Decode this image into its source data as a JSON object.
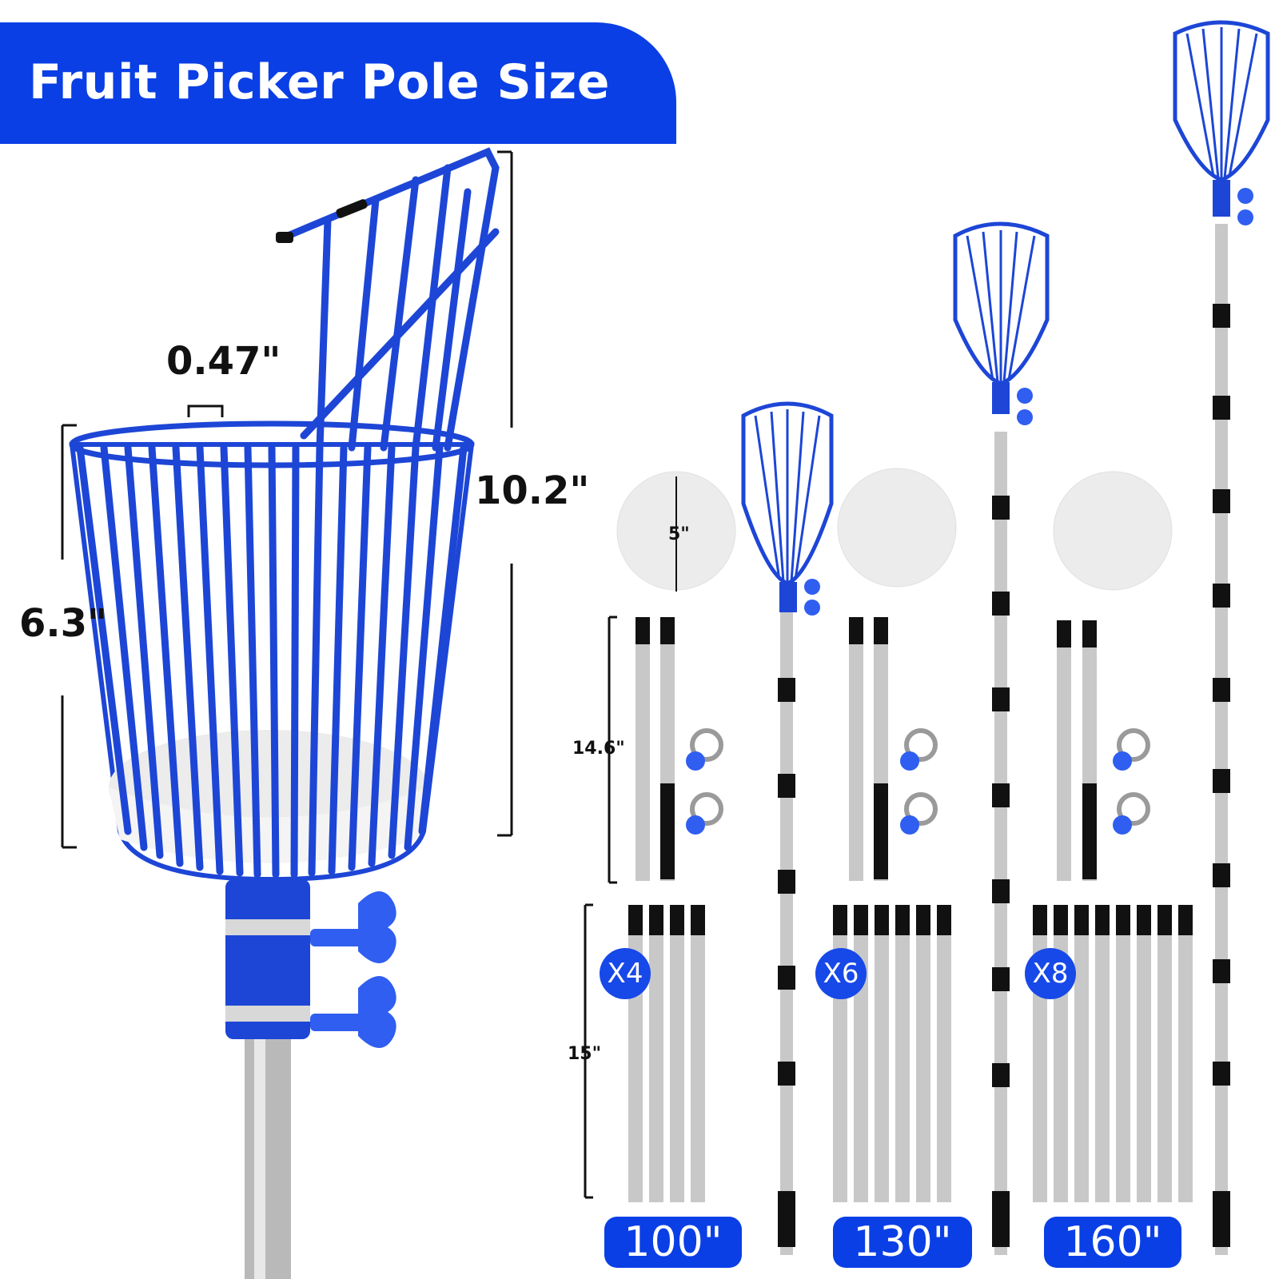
{
  "header": {
    "title": "Fruit Picker Pole Size"
  },
  "basket_dimensions": {
    "gap": "0.47\"",
    "total_height": "10.2\"",
    "basket_height": "6.3\""
  },
  "parts": {
    "pad_diameter": "5\"",
    "short_pole_length": "14.6\"",
    "extension_pole_length": "15\""
  },
  "kits": [
    {
      "quantity": "X4",
      "total_length": "100\""
    },
    {
      "quantity": "X6",
      "total_length": "130\""
    },
    {
      "quantity": "X8",
      "total_length": "160\""
    }
  ],
  "colors": {
    "brand_blue": "#0a3fe6",
    "basket_blue": "#1d46d6",
    "pole_silver": "#c8c8c8",
    "black": "#111111"
  }
}
